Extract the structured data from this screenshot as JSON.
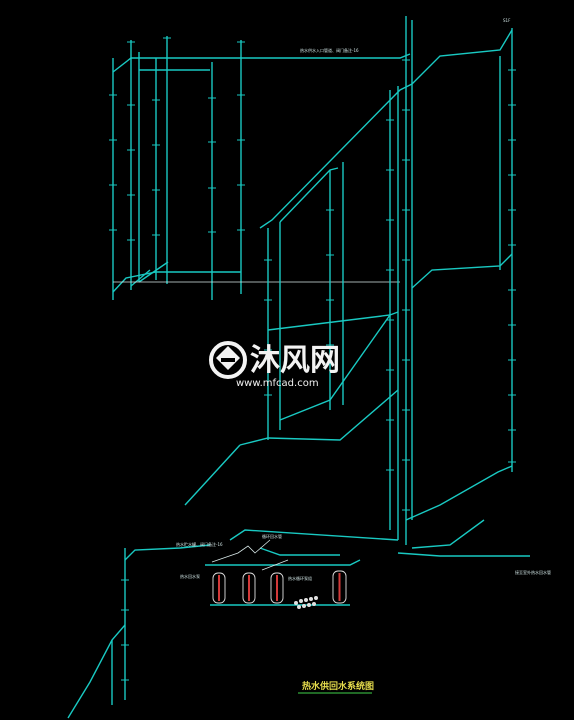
{
  "drawing": {
    "title": "热水供回水系统图",
    "label_top_a": "热水供水入口管道、阀门备注-16",
    "label_top_b": "S1F",
    "label_right_note": "接至室外热水回水管",
    "label_tanks_a": "热水贮水罐、阀门备注-16",
    "label_tanks_b": "循环回水管",
    "label_tanks_c": "热水回水泵",
    "label_tanks_d": "热水循环泵组",
    "colors": {
      "background": "#000000",
      "pipe": "#19c9c2",
      "title": "#e6dc4c",
      "underline": "#3fd24a",
      "tank": "#d43a3a",
      "watermark": "#f3f3f3"
    }
  },
  "watermark": {
    "brand": "沐风网",
    "url": "www.mfcad.com"
  }
}
